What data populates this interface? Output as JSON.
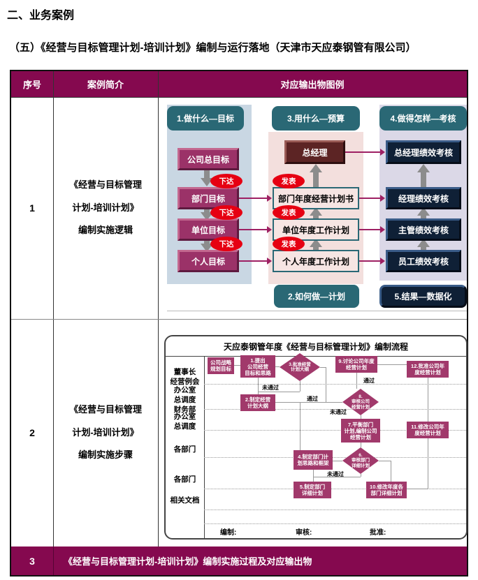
{
  "page": {
    "heading": "二、业务案例",
    "subheading": "（五）《经营与目标管理计划-培训计划》编制与运行落地（天津市天应泰钢管有限公司）"
  },
  "table": {
    "header": {
      "no": "序号",
      "brief": "案例简介",
      "output": "对应输出物图例"
    },
    "row1": {
      "no": "1",
      "brief": "《经营与目标管理\n计划-培训计划》\n编制实施逻辑"
    },
    "row2": {
      "no": "2",
      "brief": "《经营与目标管理\n计划-培训计划》\n编制实施步骤"
    },
    "row3": {
      "no": "3",
      "title": "《经营与目标管理计划-培训计划》编制实施过程及对应输出物"
    }
  },
  "diagram1": {
    "headers": {
      "goal": "1.做什么—目标",
      "budget": "3.用什么—预算",
      "assess": "4.做得怎样—考核"
    },
    "footers": {
      "plan": "2.如何做—计划",
      "result": "5.结果—数据化"
    },
    "goals": [
      "公司总目标",
      "部门目标",
      "单位目标",
      "个人目标"
    ],
    "gm": "总经理",
    "plans": [
      "部门年度经营计划书",
      "单位年度工作计划",
      "个人年度工作计划"
    ],
    "assessments": [
      "总经理绩效考核",
      "经理绩效考核",
      "主管绩效考核",
      "员工绩效考核"
    ],
    "deliver_label": "下达",
    "publish_label": "发表"
  },
  "diagram2": {
    "title": "天应泰钢管年度《经营与目标管理计划》编制流程",
    "lanes": [
      "董事长\n经营例会",
      "办公室\n总调度\n财务部",
      "办公室\n总调度",
      "各部门",
      "各部门",
      "相关文档"
    ],
    "nodes": {
      "strategy": "公司战略\n规划目标",
      "s1": "1.提出\n公司经营\n目标和思路",
      "d3": "3.批准经营\n计划大纲",
      "s9": "9.讨论公司年度\n经营计划",
      "s12": "12.批准公司年\n度经营计划",
      "s2": "2.制定经营\n计划大纲",
      "d8": "8.\n审核公司\n经营计划",
      "s7": "7.平衡部门\n计划,编制公司\n经营计划",
      "s11": "11.修改公司年\n度经营计划",
      "s4": "4.制定部门计\n划思路和框架",
      "d6": "6.\n审核部门\n详细计划",
      "s5": "5.制定部门\n详细计划",
      "s10": "10.修改年度各\n部门详细计划"
    },
    "labels": {
      "pass": "通过",
      "fail": "未通过"
    },
    "footer": {
      "prepare": "编制:",
      "review": "审核:",
      "approve": "批准:"
    }
  },
  "colors": {
    "header_bg": "#85094F",
    "node_magenta": "#A1396B",
    "teal": "#2A6875",
    "navy": "#0F2036",
    "maroon": "#5C2424",
    "red_badge": "#E60012",
    "arrow_crimson": "#9E2063",
    "panel_blue": "#C9D7E3",
    "panel_pink": "#F3DFDD",
    "panel_lavender": "#DBD8E7"
  }
}
